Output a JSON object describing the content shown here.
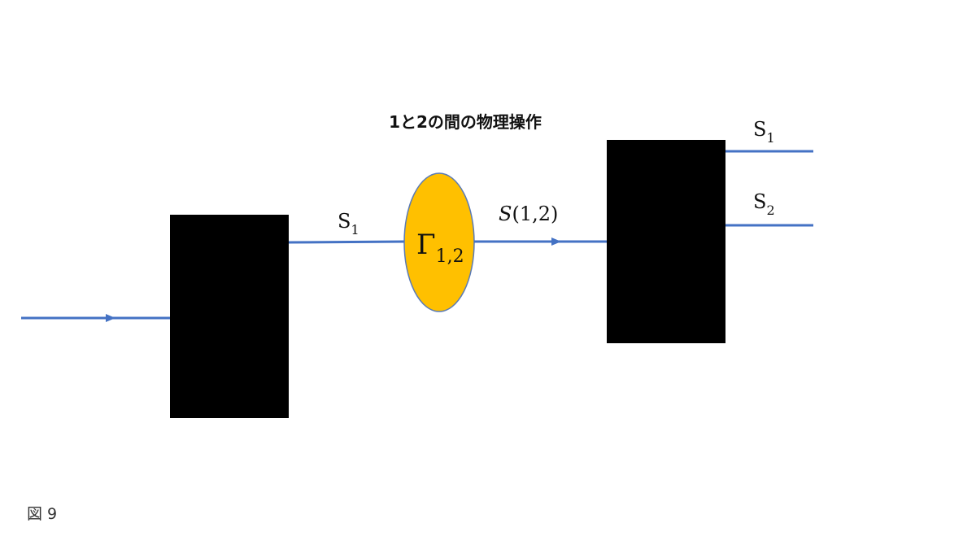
{
  "title": "1と2の間の物理操作",
  "caption": "図 9",
  "colors": {
    "line": "#4472C4",
    "block": "#000000",
    "operator_fill": "#FFC000",
    "operator_stroke": "#5B7BB5"
  },
  "signal_left": {
    "base": "S",
    "sub": "1"
  },
  "operator": {
    "symbol": "Γ",
    "sub": "1,2"
  },
  "signal_mid": {
    "fn": "S",
    "args": "(1,2)"
  },
  "outputs": [
    {
      "base": "S",
      "sub": "1"
    },
    {
      "base": "S",
      "sub": "2"
    }
  ]
}
